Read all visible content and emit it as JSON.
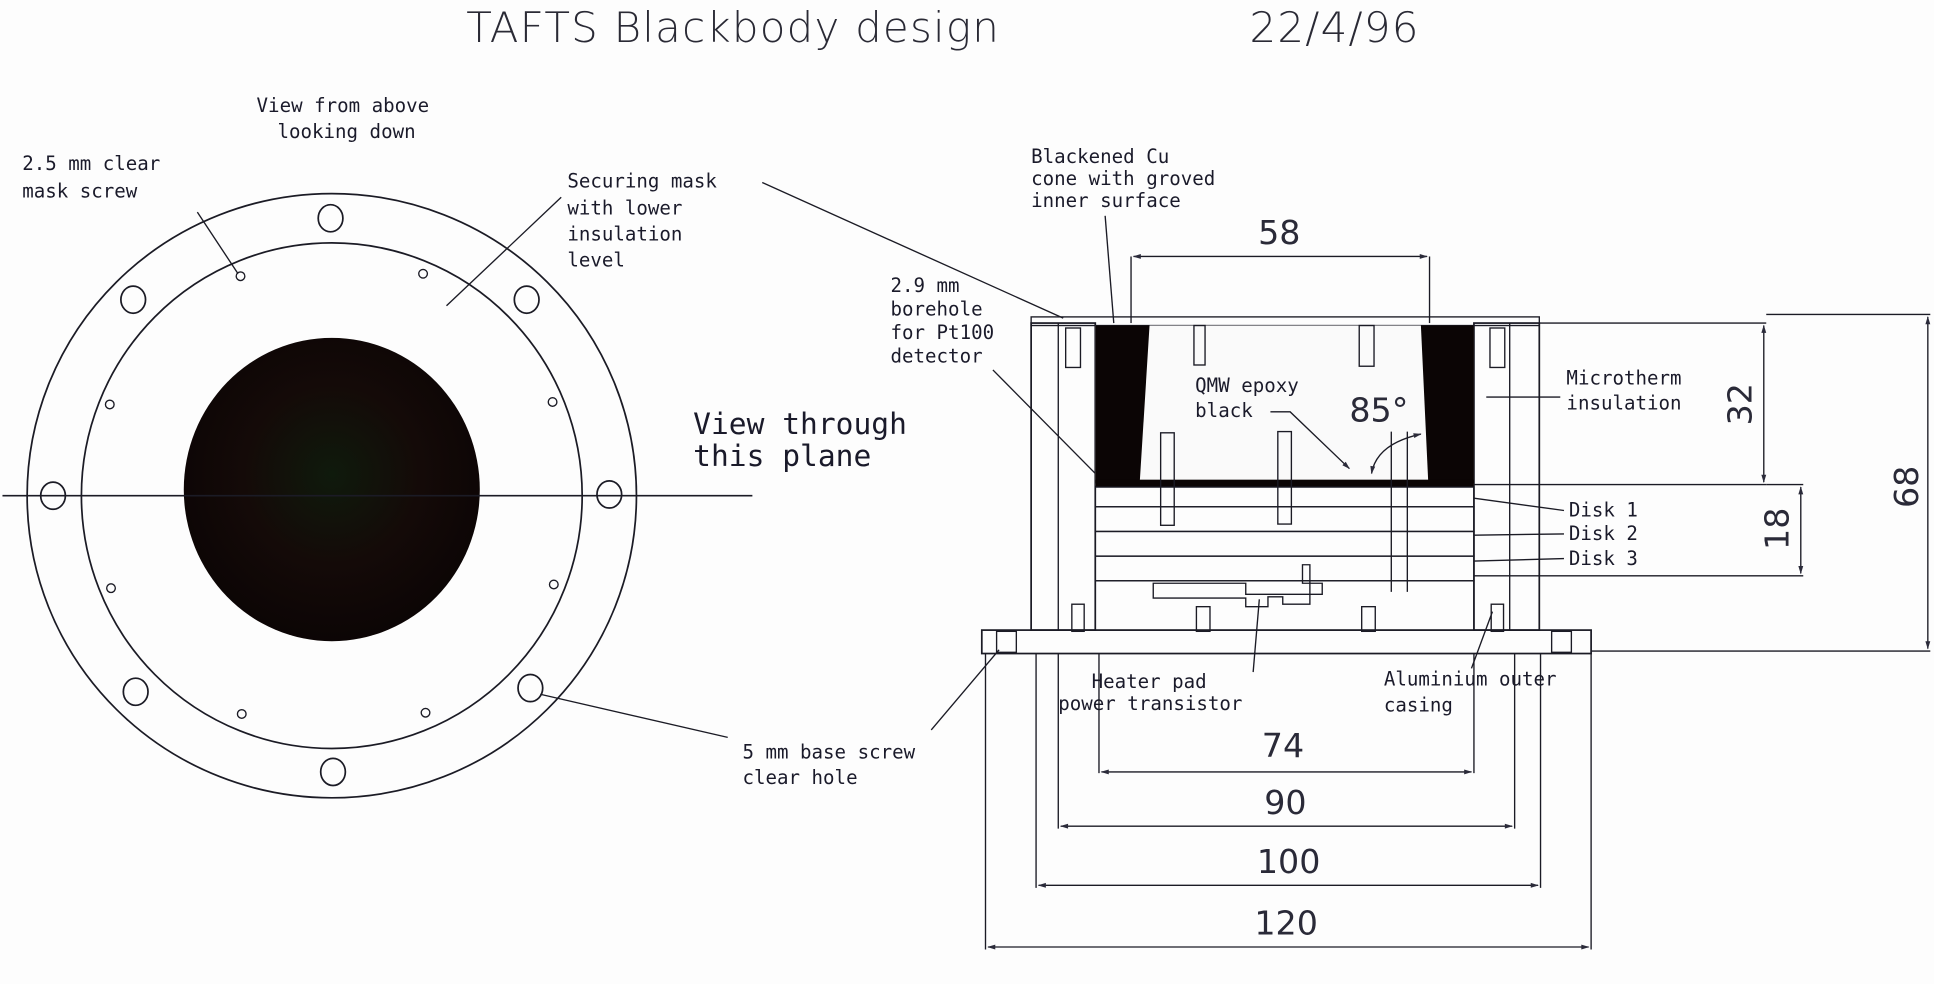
{
  "title": {
    "text": "TAFTS Blackbody design",
    "date": "22/4/96"
  },
  "plan_view": {
    "caption_line1": "View from above",
    "caption_line2": "looking down",
    "mask_screw_label_line1": "2.5 mm clear",
    "mask_screw_label_line2": "mask screw",
    "securing_mask_label_line1": "Securing mask",
    "securing_mask_label_line2": "with lower",
    "securing_mask_label_line3": "insulation",
    "securing_mask_label_line4": "level",
    "section_plane_label_line1": "View through",
    "section_plane_label_line2": "this plane",
    "base_screw_label_line1": "5 mm base screw",
    "base_screw_label_line2": "clear hole",
    "large_hole_count": 8,
    "small_hole_count": 8
  },
  "section_view": {
    "cone_label_line1": "Blackened Cu",
    "cone_label_line2": "cone with groved",
    "cone_label_line3": "inner surface",
    "borehole_label_line1": "2.9 mm",
    "borehole_label_line2": "borehole",
    "borehole_label_line3": "for Pt100",
    "borehole_label_line4": "detector",
    "epoxy_label_line1": "QMW epoxy",
    "epoxy_label_line2": "black",
    "angle_label": "85°",
    "microtherm_label_line1": "Microtherm",
    "microtherm_label_line2": "insulation",
    "disks": [
      "Disk 1",
      "Disk 2",
      "Disk 3"
    ],
    "heater_label_line1": "Heater pad",
    "heater_label_line2": "power transistor",
    "casing_label_line1": "Aluminium outer",
    "casing_label_line2": "casing"
  },
  "dimensions": {
    "cone_aperture": "58",
    "cone_depth": "32",
    "disk_stack_height": "18",
    "total_height": "68",
    "inner_width": "74",
    "insulation_width": "90",
    "casing_width": "100",
    "base_width": "120"
  },
  "colors": {
    "ink": "#1b1b25",
    "background": "#fdfdfd",
    "black_fill": "#0b0505",
    "dim_green": "#3c7a3c"
  }
}
